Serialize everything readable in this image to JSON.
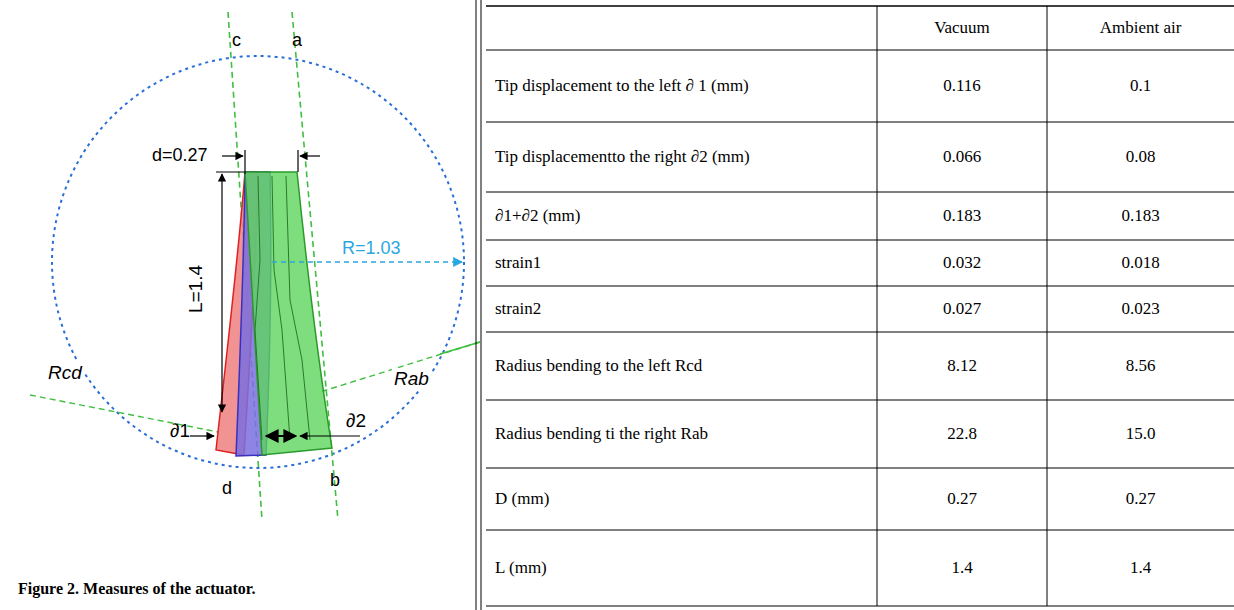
{
  "diagram": {
    "caption": "Figure 2. Measures of the actuator.",
    "labels": [
      "c",
      "a",
      "d=0.27",
      "L=1.4",
      "R=1.03",
      "Rcd",
      "Rab",
      "∂1",
      "∂2",
      "d",
      "b",
      "Vacuum",
      "Ambient air",
      "Tip displacement to the left ∂ 1 (mm)",
      "0.116",
      "0.1",
      "Tip displacementto the right ∂2 (mm)",
      "0.066",
      "0.08",
      "∂1+∂2 (mm)",
      "0.183",
      "0.183",
      "strain1",
      "0.032",
      "0.018",
      "strain2",
      "0.027",
      "0.023",
      "Radius bending to the left Rcd",
      "8.12",
      "8.56",
      "Radius bending ti the right Rab",
      "22.8",
      "15.0",
      "D (mm)",
      "0.27",
      "0.27",
      "L (mm)",
      "1.4",
      "1.4"
    ]
  }
}
